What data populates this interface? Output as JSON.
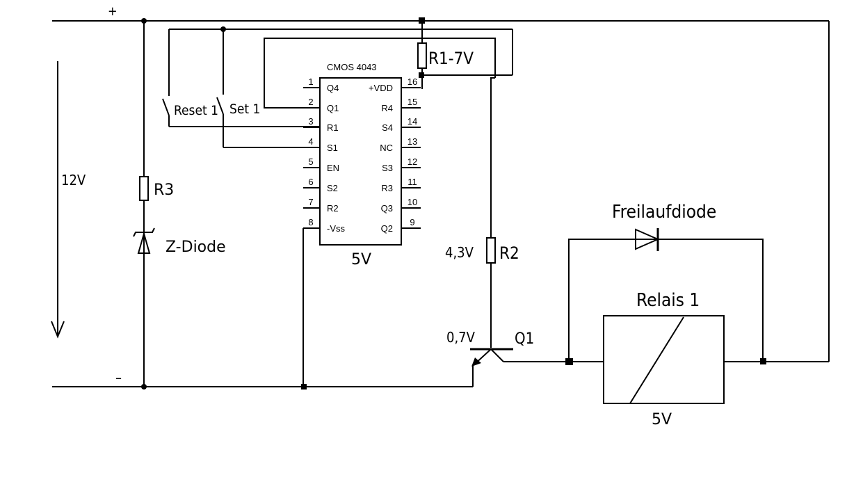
{
  "rails": {
    "plus": "+",
    "minus": "–"
  },
  "supply": {
    "label": "12V"
  },
  "switches": {
    "reset": "Reset 1",
    "set": "Set 1"
  },
  "resistors": {
    "r1": "R1-7V",
    "r2": "R2",
    "r3": "R3"
  },
  "zener": {
    "label": "Z-Diode"
  },
  "ic": {
    "name": "CMOS 4043",
    "voltage": "5V",
    "left_pins": [
      {
        "num": "1",
        "label": "Q4"
      },
      {
        "num": "2",
        "label": "Q1"
      },
      {
        "num": "3",
        "label": "R1"
      },
      {
        "num": "4",
        "label": "S1"
      },
      {
        "num": "5",
        "label": "EN"
      },
      {
        "num": "6",
        "label": "S2"
      },
      {
        "num": "7",
        "label": "R2"
      },
      {
        "num": "8",
        "label": "-Vss"
      }
    ],
    "right_pins": [
      {
        "num": "16",
        "label": "+VDD"
      },
      {
        "num": "15",
        "label": "R4"
      },
      {
        "num": "14",
        "label": "S4"
      },
      {
        "num": "13",
        "label": "NC"
      },
      {
        "num": "12",
        "label": "S3"
      },
      {
        "num": "11",
        "label": "R3"
      },
      {
        "num": "10",
        "label": "Q3"
      },
      {
        "num": "9",
        "label": "Q2"
      }
    ]
  },
  "transistor": {
    "label": "Q1",
    "vbe": "0,7V",
    "vr2": "4,3V"
  },
  "diode": {
    "label": "Freilaufdiode"
  },
  "relay": {
    "label": "Relais 1",
    "voltage": "5V"
  }
}
